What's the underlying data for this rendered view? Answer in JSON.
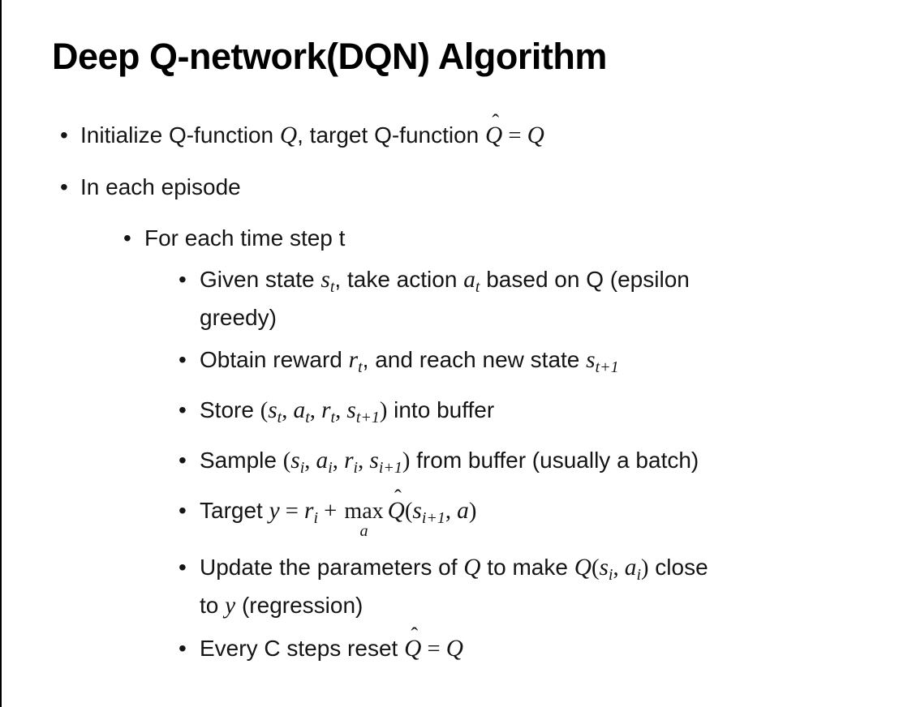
{
  "slide": {
    "title": "Deep Q-network(DQN) Algorithm",
    "background_color": "#ffffff",
    "border_color": "#000000",
    "text_color": "#151515",
    "bullets": [
      {
        "level": 1,
        "lines": [
          [
            {
              "t": "Initialize Q-function "
            },
            {
              "v": "Q"
            },
            {
              "t": ", target Q-function "
            },
            {
              "v": "Q",
              "hat": true
            },
            {
              "o": " = "
            },
            {
              "v": "Q"
            }
          ]
        ]
      },
      {
        "level": 1,
        "lines": [
          [
            {
              "t": "In each episode"
            }
          ]
        ]
      },
      {
        "level": 2,
        "lines": [
          [
            {
              "t": "For each time step t"
            }
          ]
        ]
      },
      {
        "level": 3,
        "lines": [
          [
            {
              "t": "Given state "
            },
            {
              "v": "s",
              "sub": "t"
            },
            {
              "t": ", take action "
            },
            {
              "v": "a",
              "sub": "t"
            },
            {
              "t": " based on Q (epsilon"
            }
          ],
          [
            {
              "t": "greedy)"
            }
          ]
        ]
      },
      {
        "level": 3,
        "lines": [
          [
            {
              "t": "Obtain reward "
            },
            {
              "v": "r",
              "sub": "t"
            },
            {
              "t": ", and reach new state "
            },
            {
              "v": "s",
              "sub": "t+1"
            }
          ]
        ]
      },
      {
        "level": 3,
        "lines": [
          [
            {
              "t": "Store "
            },
            {
              "o": "("
            },
            {
              "v": "s",
              "sub": "t"
            },
            {
              "o": ", "
            },
            {
              "v": "a",
              "sub": "t"
            },
            {
              "o": ", "
            },
            {
              "v": "r",
              "sub": "t"
            },
            {
              "o": ", "
            },
            {
              "v": "s",
              "sub": "t+1"
            },
            {
              "o": ")"
            },
            {
              "t": " into buffer"
            }
          ]
        ]
      },
      {
        "level": 3,
        "lines": [
          [
            {
              "t": "Sample "
            },
            {
              "o": "("
            },
            {
              "v": "s",
              "sub": "i"
            },
            {
              "o": ", "
            },
            {
              "v": "a",
              "sub": "i"
            },
            {
              "o": ", "
            },
            {
              "v": "r",
              "sub": "i"
            },
            {
              "o": ", "
            },
            {
              "v": "s",
              "sub": "i+1"
            },
            {
              "o": ")"
            },
            {
              "t": " from buffer (usually a batch)"
            }
          ]
        ]
      },
      {
        "level": 3,
        "lines": [
          [
            {
              "t": "Target "
            },
            {
              "v": "y"
            },
            {
              "o": " = "
            },
            {
              "v": "r",
              "sub": "i"
            },
            {
              "o": " + "
            },
            {
              "max": {
                "word": "max",
                "under": "a"
              }
            },
            {
              "v": "Q",
              "hat": true
            },
            {
              "o": "("
            },
            {
              "v": "s",
              "sub": "i+1"
            },
            {
              "o": ", "
            },
            {
              "v": "a"
            },
            {
              "o": ")"
            }
          ]
        ]
      },
      {
        "level": 3,
        "lines": [
          [
            {
              "t": "Update the parameters of "
            },
            {
              "v": "Q"
            },
            {
              "t": " to make "
            },
            {
              "v": "Q"
            },
            {
              "o": "("
            },
            {
              "v": "s",
              "sub": "i"
            },
            {
              "o": ", "
            },
            {
              "v": "a",
              "sub": "i"
            },
            {
              "o": ")"
            },
            {
              "t": " close"
            }
          ],
          [
            {
              "t": "to "
            },
            {
              "v": "y"
            },
            {
              "t": " (regression)"
            }
          ]
        ]
      },
      {
        "level": 3,
        "lines": [
          [
            {
              "t": "Every C steps reset "
            },
            {
              "v": "Q",
              "hat": true
            },
            {
              "o": " = "
            },
            {
              "v": "Q"
            }
          ]
        ]
      }
    ]
  },
  "ui": {
    "bullet_char": "•",
    "hat_char": "ˆ"
  }
}
